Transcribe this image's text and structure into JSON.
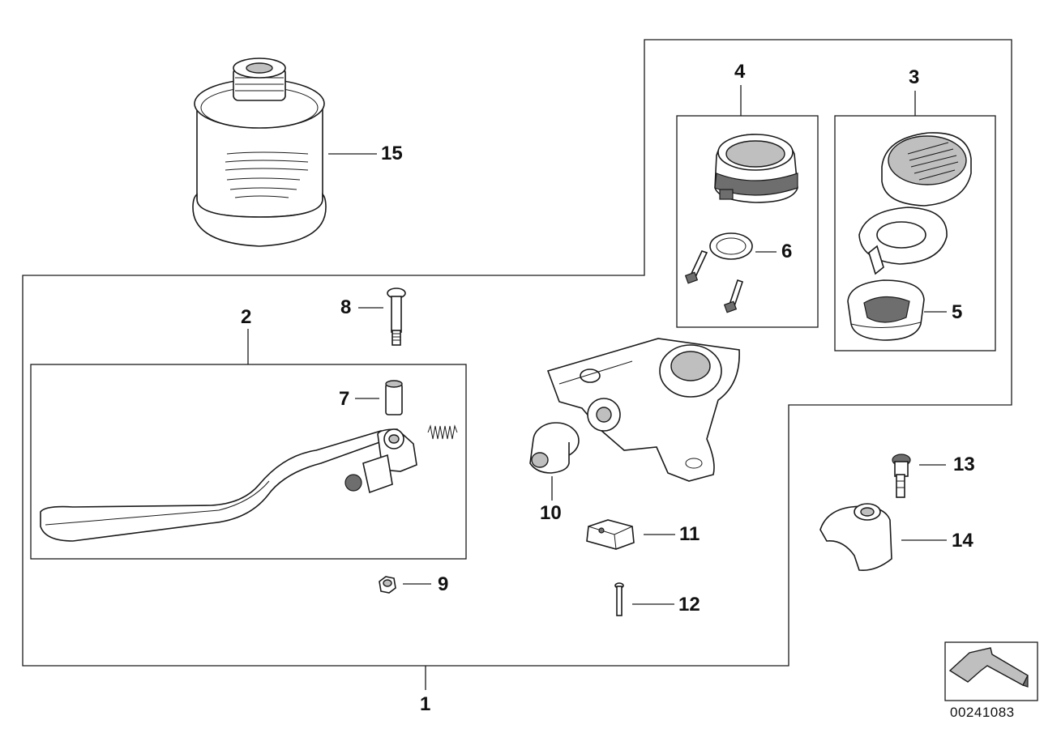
{
  "document_number": "00241083",
  "callouts": {
    "c1": "1",
    "c2": "2",
    "c3": "3",
    "c4": "4",
    "c5": "5",
    "c6": "6",
    "c7": "7",
    "c8": "8",
    "c9": "9",
    "c10": "10",
    "c11": "11",
    "c12": "12",
    "c13": "13",
    "c14": "14",
    "c15": "15"
  }
}
